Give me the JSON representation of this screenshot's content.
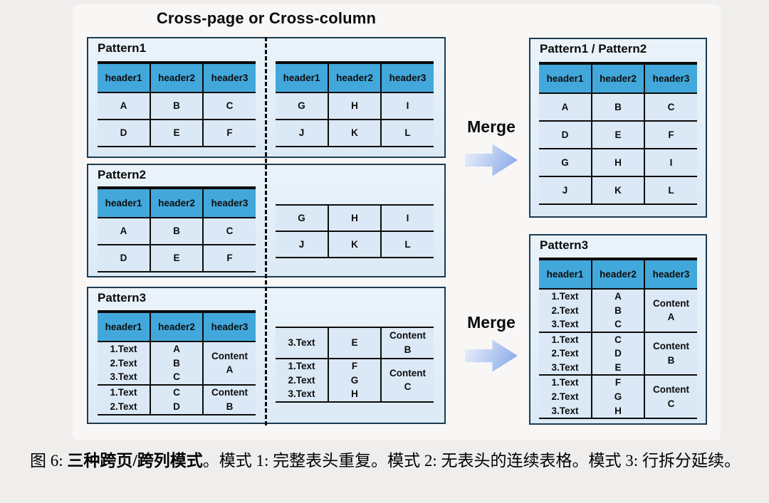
{
  "title": "Cross-page or Cross-column",
  "merge_label": "Merge",
  "boxes": {
    "pattern1_label": "Pattern1",
    "pattern2_label": "Pattern2",
    "pattern3_label": "Pattern3",
    "merged12_label": "Pattern1 / Pattern2",
    "merged3_label": "Pattern3"
  },
  "tables": {
    "p1_left": {
      "headers": [
        "header1",
        "header2",
        "header3"
      ],
      "rows": [
        [
          "A",
          "B",
          "C"
        ],
        [
          "D",
          "E",
          "F"
        ]
      ]
    },
    "p1_right": {
      "headers": [
        "header1",
        "header2",
        "header3"
      ],
      "rows": [
        [
          "G",
          "H",
          "I"
        ],
        [
          "J",
          "K",
          "L"
        ]
      ]
    },
    "p2_left": {
      "headers": [
        "header1",
        "header2",
        "header3"
      ],
      "rows": [
        [
          "A",
          "B",
          "C"
        ],
        [
          "D",
          "E",
          "F"
        ]
      ]
    },
    "p2_right": {
      "rows": [
        [
          "G",
          "H",
          "I"
        ],
        [
          "J",
          "K",
          "L"
        ]
      ]
    },
    "p3_left": {
      "headers": [
        "header1",
        "header2",
        "header3"
      ],
      "rows": [
        [
          "1.Text\n2.Text\n3.Text",
          "A\nB\nC",
          "Content\nA"
        ],
        [
          "1.Text\n2.Text",
          "C\nD",
          "Content\nB"
        ]
      ]
    },
    "p3_right": {
      "rows": [
        [
          "3.Text",
          "E",
          "Content\nB"
        ],
        [
          "1.Text\n2.Text\n3.Text",
          "F\nG\nH",
          "Content\nC"
        ]
      ]
    },
    "merged12": {
      "headers": [
        "header1",
        "header2",
        "header3"
      ],
      "rows": [
        [
          "A",
          "B",
          "C"
        ],
        [
          "D",
          "E",
          "F"
        ],
        [
          "G",
          "H",
          "I"
        ],
        [
          "J",
          "K",
          "L"
        ]
      ]
    },
    "merged3": {
      "headers": [
        "header1",
        "header2",
        "header3"
      ],
      "rows": [
        [
          "1.Text\n2.Text\n3.Text",
          "A\nB\nC",
          "Content\nA"
        ],
        [
          "1.Text\n2.Text\n3.Text",
          "C\nD\nE",
          "Content\nB"
        ],
        [
          "1.Text\n2.Text\n3.Text",
          "F\nG\nH",
          "Content\nC"
        ]
      ]
    }
  },
  "caption": {
    "prefix": "图 6: ",
    "bold_text": "三种跨页/跨列模式",
    "suffix": "。模式 1: 完整表头重复。模式 2: 无表头的连续表格。模式 3: 行拆分延续。"
  },
  "colors": {
    "table_header": "#42A8DB",
    "table_cell": "#DBE8F5",
    "box_fill_top": "#EAF3FA",
    "box_fill_bottom": "#DCEAF6",
    "box_border": "#1C3B50",
    "line_black": "#0C0C0C",
    "arrow_light": "#EAF0FB",
    "arrow_dark": "#86A7E7",
    "page_bg": "#EFEEED",
    "canvas_bg": "#F8F7F6"
  }
}
